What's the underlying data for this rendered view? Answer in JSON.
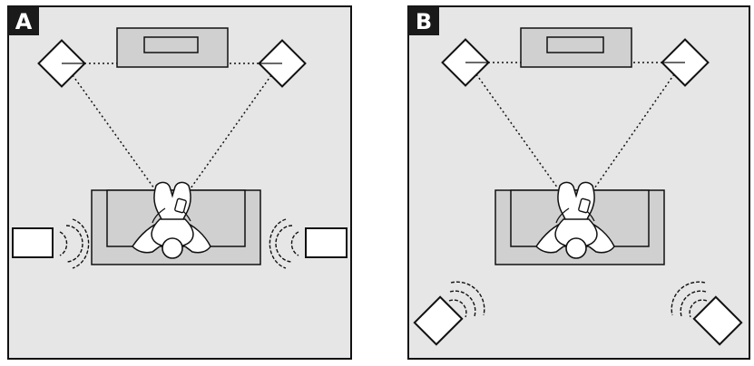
{
  "colors": {
    "room_fill": "#e6e6e6",
    "outline": "#111111",
    "furniture_fill": "#d0d0d0",
    "speaker_fill": "#ffffff",
    "badge_bg": "#1a1a1a",
    "badge_text": "#ffffff"
  },
  "panels": [
    {
      "label": "A",
      "surround_placement": "side",
      "components": [
        "tv-icon",
        "front-speaker-icon",
        "front-speaker-icon",
        "sofa-icon",
        "listener-icon",
        "surround-speaker-icon",
        "surround-speaker-icon",
        "sound-wave-icon"
      ]
    },
    {
      "label": "B",
      "surround_placement": "rear-corner",
      "components": [
        "tv-icon",
        "front-speaker-icon",
        "front-speaker-icon",
        "sofa-icon",
        "listener-icon",
        "surround-speaker-icon",
        "surround-speaker-icon",
        "sound-wave-icon"
      ]
    }
  ]
}
